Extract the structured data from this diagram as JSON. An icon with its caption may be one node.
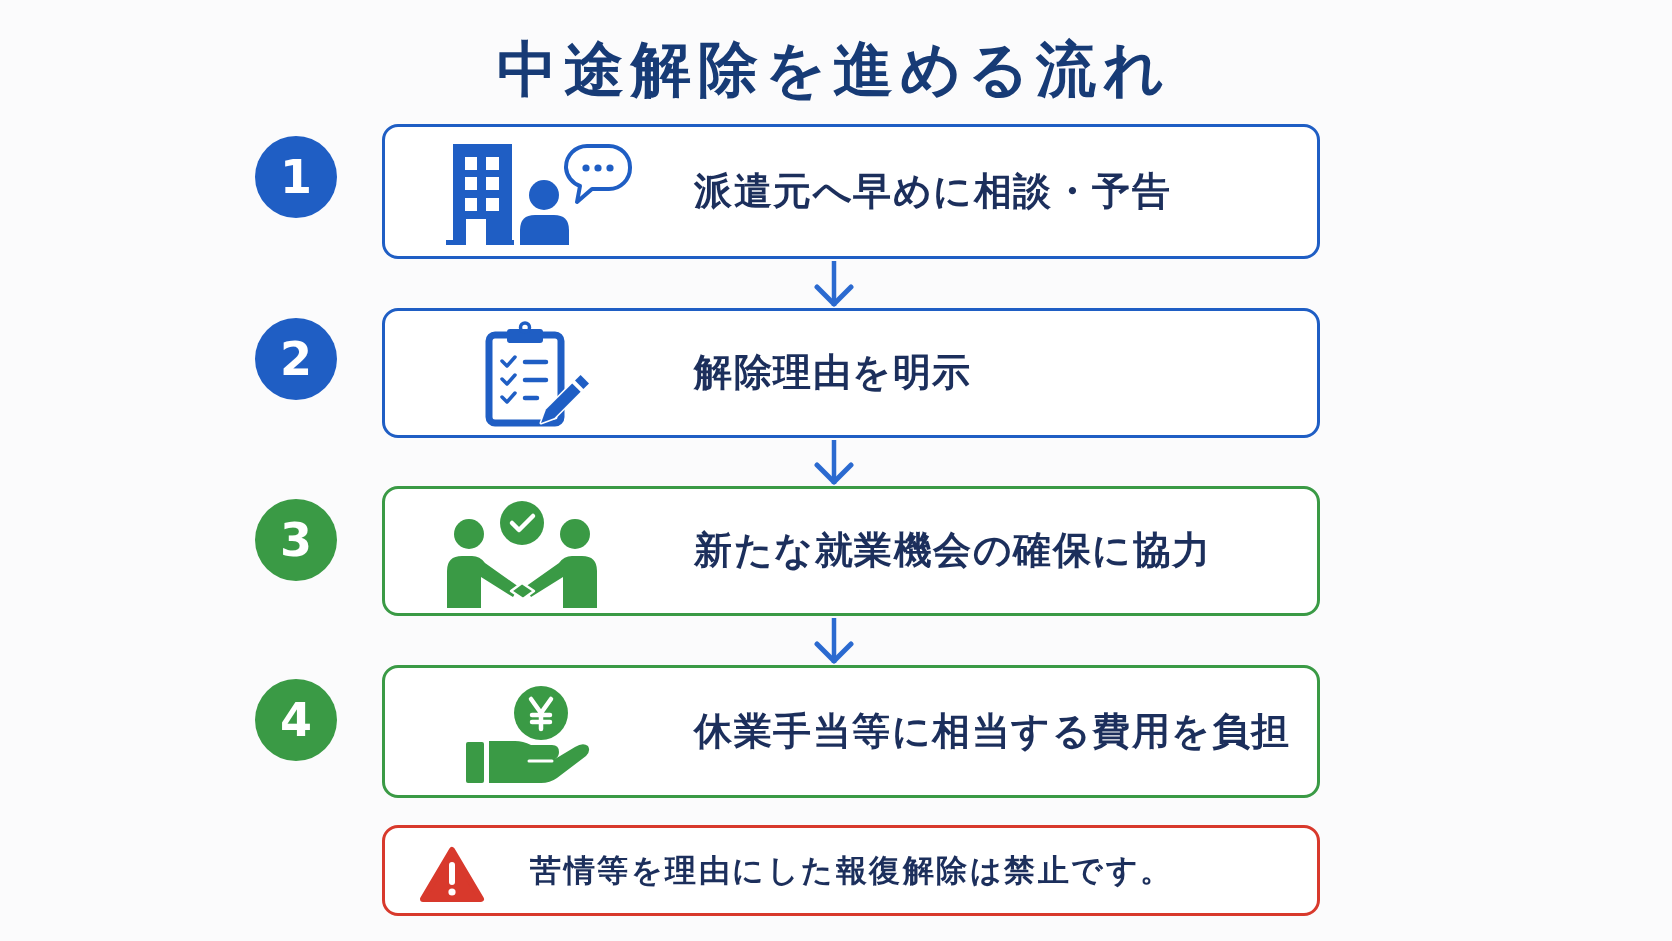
{
  "diagram": {
    "title": "中途解除を進める流れ",
    "nodes": [
      {
        "text": [
          "1"
        ]
      },
      {
        "text": [
          "派遣元へ早めに相談・予告"
        ]
      },
      {
        "text": [
          "2"
        ]
      },
      {
        "text": [
          "解除理由を明示"
        ]
      },
      {
        "text": [
          "3"
        ]
      },
      {
        "text": [
          "新たな就業機会の確保に協力"
        ]
      },
      {
        "text": [
          "4"
        ]
      },
      {
        "text": [
          "休業手当等に相当する費用を負担"
        ]
      },
      {
        "text": [
          "苦情等を理由にした報復解除は禁止です。"
        ]
      }
    ],
    "edges": [
      {
        "from": 1,
        "to": 3,
        "arrow": "to"
      },
      {
        "from": 3,
        "to": 5,
        "arrow": "to"
      },
      {
        "from": 5,
        "to": 7,
        "arrow": "to"
      }
    ]
  }
}
